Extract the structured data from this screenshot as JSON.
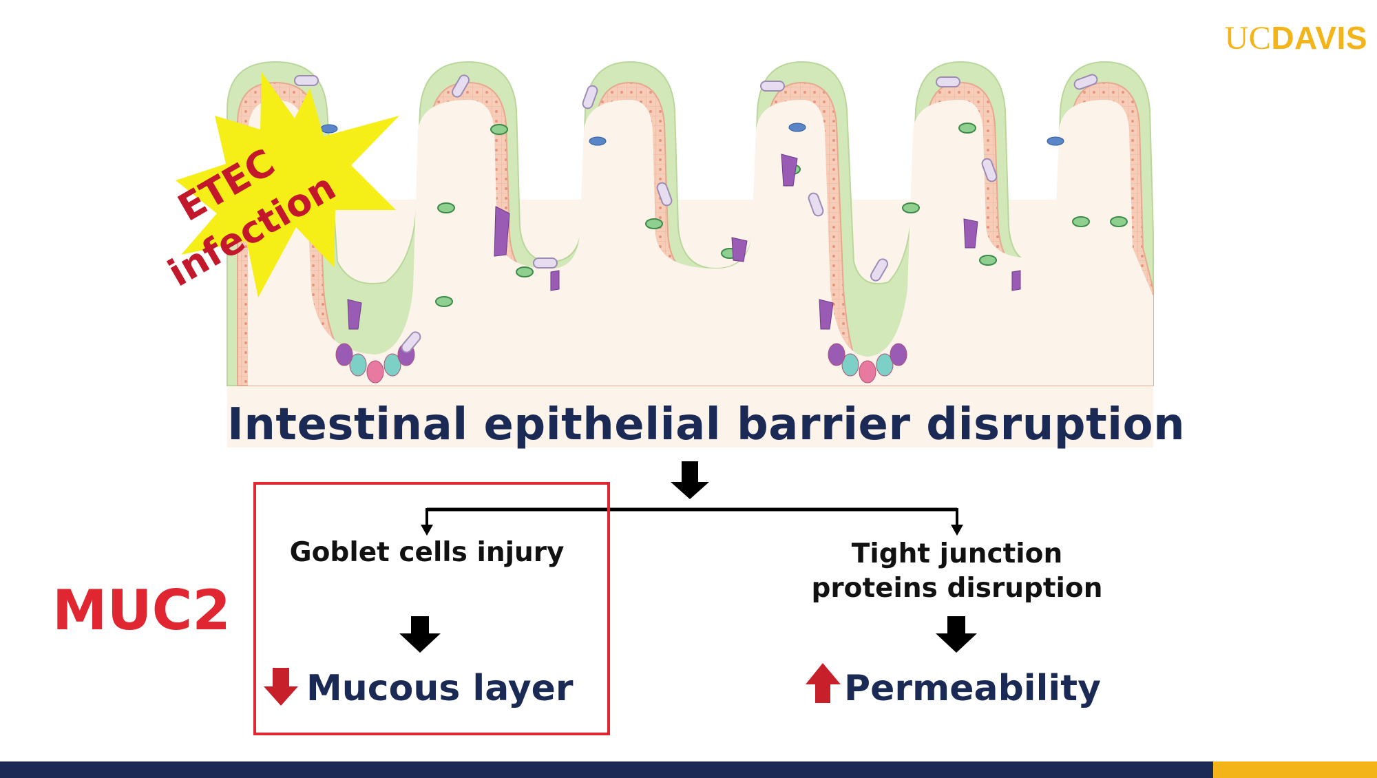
{
  "logo": {
    "part1": "UC",
    "part2": "DAVIS"
  },
  "burst": {
    "line1": "ETEC",
    "line2": "infection"
  },
  "title": "Intestinal epithelial barrier disruption",
  "left_branch": {
    "cause": "Goblet cells injury",
    "effect": "Mucous layer",
    "effect_direction": "down"
  },
  "right_branch": {
    "cause_line1": "Tight junction",
    "cause_line2": "proteins disruption",
    "effect": "Permeability",
    "effect_direction": "up"
  },
  "marker": "MUC2",
  "colors": {
    "navy": "#1b2a55",
    "gold": "#F2B418",
    "red": "#e02630",
    "arrow_red": "#c8202a",
    "mucus_green": "#cfe6b4",
    "epithelium_peach": "#f4c8b2",
    "tissue_cream": "#fcf3ea",
    "burst_yellow": "#f5ee17"
  }
}
